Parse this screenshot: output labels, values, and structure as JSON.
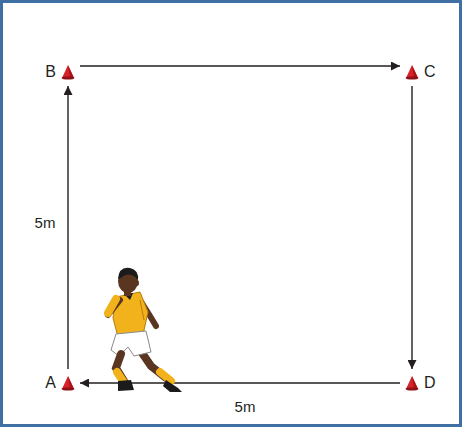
{
  "diagram": {
    "nodes": [
      {
        "text": [
          "B"
        ]
      },
      {
        "text": [
          "C"
        ]
      },
      {
        "text": [
          "A"
        ]
      },
      {
        "text": [
          "D"
        ]
      }
    ],
    "edges": [
      {
        "from": 2,
        "to": 0,
        "arrow": "to"
      },
      {
        "from": 0,
        "to": 1,
        "arrow": "to"
      },
      {
        "from": 1,
        "to": 3,
        "arrow": "to"
      },
      {
        "from": 3,
        "to": 2,
        "arrow": "to"
      }
    ],
    "labels": [
      "5m",
      "5m"
    ]
  }
}
